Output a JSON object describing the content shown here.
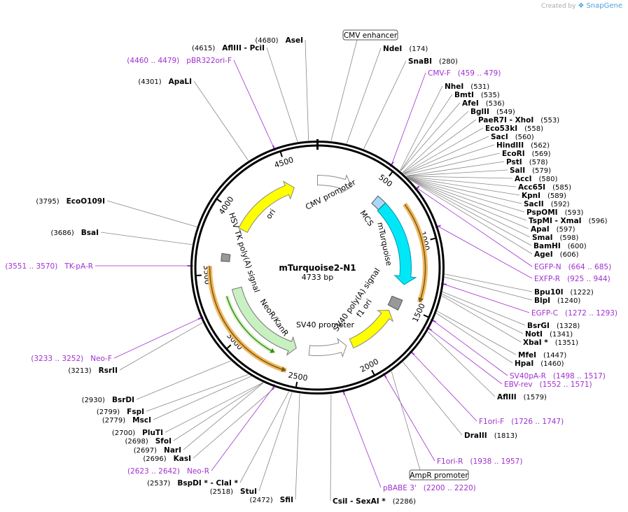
{
  "credit": {
    "text": "Created by",
    "brand": "SnapGene"
  },
  "plasmid": {
    "name": "mTurquoise2-N1",
    "length_label": "4733 bp",
    "length": 4733
  },
  "ticks": [
    "500",
    "1000",
    "1500",
    "2000",
    "2500",
    "3000",
    "3500",
    "4000",
    "4500"
  ],
  "boxed": [
    {
      "text": "CMV enhancer"
    },
    {
      "text": "AmpR promoter"
    }
  ],
  "features": [
    {
      "label": "CMV promoter"
    },
    {
      "label": "MCS"
    },
    {
      "label": "mTurquoise"
    },
    {
      "label": "f1 ori"
    },
    {
      "label": "SV40 poly(A) signal"
    },
    {
      "label": "SV40 promoter"
    },
    {
      "label": "NeoR/KanR"
    },
    {
      "label": "HSV TK poly(A) signal"
    },
    {
      "label": "ori"
    }
  ],
  "right_labels": [
    {
      "name": "NdeI",
      "pos": "(174)",
      "kind": "enzyme"
    },
    {
      "name": "SnaBI",
      "pos": "(280)",
      "kind": "enzyme"
    },
    {
      "name": "CMV-F",
      "pos": "(459 .. 479)",
      "kind": "primer"
    },
    {
      "name": "NheI",
      "pos": "(531)",
      "kind": "enzyme"
    },
    {
      "name": "BmtI",
      "pos": "(535)",
      "kind": "enzyme"
    },
    {
      "name": "AfeI",
      "pos": "(536)",
      "kind": "enzyme"
    },
    {
      "name": "BglII",
      "pos": "(549)",
      "kind": "enzyme"
    },
    {
      "name": "PaeR7I - XhoI",
      "pos": "(553)",
      "kind": "enzyme"
    },
    {
      "name": "Eco53kI",
      "pos": "(558)",
      "kind": "enzyme"
    },
    {
      "name": "SacI",
      "pos": "(560)",
      "kind": "enzyme"
    },
    {
      "name": "HindIII",
      "pos": "(562)",
      "kind": "enzyme"
    },
    {
      "name": "EcoRI",
      "pos": "(569)",
      "kind": "enzyme"
    },
    {
      "name": "PstI",
      "pos": "(578)",
      "kind": "enzyme"
    },
    {
      "name": "SalI",
      "pos": "(579)",
      "kind": "enzyme"
    },
    {
      "name": "AccI",
      "pos": "(580)",
      "kind": "enzyme"
    },
    {
      "name": "Acc65I",
      "pos": "(585)",
      "kind": "enzyme"
    },
    {
      "name": "KpnI",
      "pos": "(589)",
      "kind": "enzyme"
    },
    {
      "name": "SacII",
      "pos": "(592)",
      "kind": "enzyme"
    },
    {
      "name": "PspOMI",
      "pos": "(593)",
      "kind": "enzyme"
    },
    {
      "name": "TspMI - XmaI",
      "pos": "(596)",
      "kind": "enzyme"
    },
    {
      "name": "ApaI",
      "pos": "(597)",
      "kind": "enzyme"
    },
    {
      "name": "SmaI",
      "pos": "(598)",
      "kind": "enzyme"
    },
    {
      "name": "BamHI",
      "pos": "(600)",
      "kind": "enzyme"
    },
    {
      "name": "AgeI",
      "pos": "(606)",
      "kind": "enzyme"
    },
    {
      "name": "EGFP-N",
      "pos": "(664 .. 685)",
      "kind": "primer"
    },
    {
      "name": "EXFP-R",
      "pos": "(925 .. 944)",
      "kind": "primer"
    },
    {
      "name": "Bpu10I",
      "pos": "(1222)",
      "kind": "enzyme"
    },
    {
      "name": "BlpI",
      "pos": "(1240)",
      "kind": "enzyme"
    },
    {
      "name": "EGFP-C",
      "pos": "(1272 .. 1293)",
      "kind": "primer"
    },
    {
      "name": "BsrGI",
      "pos": "(1328)",
      "kind": "enzyme"
    },
    {
      "name": "NotI",
      "pos": "(1341)",
      "kind": "enzyme"
    },
    {
      "name": "XbaI *",
      "pos": "(1351)",
      "kind": "enzyme"
    },
    {
      "name": "MfeI",
      "pos": "(1447)",
      "kind": "enzyme"
    },
    {
      "name": "HpaI",
      "pos": "(1460)",
      "kind": "enzyme"
    },
    {
      "name": "SV40pA-R",
      "pos": "(1498 .. 1517)",
      "kind": "primer"
    },
    {
      "name": "EBV-rev",
      "pos": "(1552 .. 1571)",
      "kind": "primer"
    },
    {
      "name": "AflIII",
      "pos": "(1579)",
      "kind": "enzyme"
    },
    {
      "name": "F1ori-F",
      "pos": "(1726 .. 1747)",
      "kind": "primer"
    },
    {
      "name": "DraIII",
      "pos": "(1813)",
      "kind": "enzyme"
    },
    {
      "name": "F1ori-R",
      "pos": "(1938 .. 1957)",
      "kind": "primer"
    },
    {
      "name": "pBABE 3'",
      "pos": "(2200 .. 2220)",
      "kind": "primer"
    },
    {
      "name": "CsiI - SexAI *",
      "pos": "(2286)",
      "kind": "enzyme"
    }
  ],
  "left_labels": [
    {
      "name": "AseI",
      "pos": "(4680)",
      "kind": "enzyme"
    },
    {
      "name": "AflIII - PciI",
      "pos": "(4615)",
      "kind": "enzyme"
    },
    {
      "name": "pBR322ori-F",
      "pos": "(4460 .. 4479)",
      "kind": "primer"
    },
    {
      "name": "ApaLI",
      "pos": "(4301)",
      "kind": "enzyme"
    },
    {
      "name": "EcoO109I",
      "pos": "(3795)",
      "kind": "enzyme"
    },
    {
      "name": "BsaI",
      "pos": "(3686)",
      "kind": "enzyme"
    },
    {
      "name": "TK-pA-R",
      "pos": "(3551 .. 3570)",
      "kind": "primer"
    },
    {
      "name": "Neo-F",
      "pos": "(3233 .. 3252)",
      "kind": "primer"
    },
    {
      "name": "RsrII",
      "pos": "(3213)",
      "kind": "enzyme"
    },
    {
      "name": "BsrDI",
      "pos": "(2930)",
      "kind": "enzyme"
    },
    {
      "name": "FspI",
      "pos": "(2799)",
      "kind": "enzyme"
    },
    {
      "name": "MscI",
      "pos": "(2779)",
      "kind": "enzyme"
    },
    {
      "name": "PluTI",
      "pos": "(2700)",
      "kind": "enzyme"
    },
    {
      "name": "SfoI",
      "pos": "(2698)",
      "kind": "enzyme"
    },
    {
      "name": "NarI",
      "pos": "(2697)",
      "kind": "enzyme"
    },
    {
      "name": "KasI",
      "pos": "(2696)",
      "kind": "enzyme"
    },
    {
      "name": "Neo-R",
      "pos": "(2623 .. 2642)",
      "kind": "primer"
    },
    {
      "name": "BspDI * - ClaI *",
      "pos": "(2537)",
      "kind": "enzyme"
    },
    {
      "name": "StuI",
      "pos": "(2518)",
      "kind": "enzyme"
    },
    {
      "name": "SfiI",
      "pos": "(2472)",
      "kind": "enzyme"
    }
  ],
  "colors": {
    "enzyme": "#000000",
    "primer": "#a030d0",
    "line": "#888888",
    "cyan": "#00e8f8",
    "yellow": "#ffff00",
    "green": "#c8f0c0",
    "orange": "#f0b860",
    "olive": "#7a5a10",
    "gray": "#999999"
  }
}
